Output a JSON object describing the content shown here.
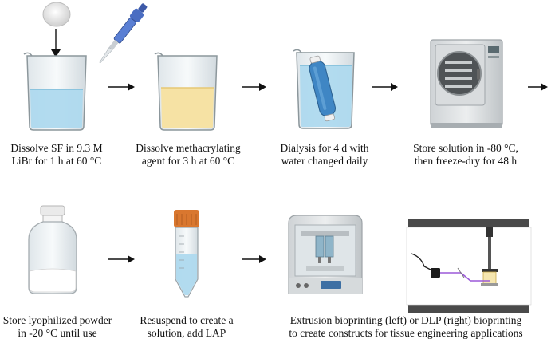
{
  "steps": [
    {
      "line1": "Dissolve SF in 9.3 M",
      "line2": "LiBr for 1 h at 60 °C",
      "icon": "beaker-blue-icon"
    },
    {
      "line1": "Dissolve methacrylating",
      "line2": "agent for 3 h at 60 °C",
      "icon": "beaker-yellow-pipette-icon"
    },
    {
      "line1": "Dialysis for 4 d with",
      "line2": "water changed daily",
      "icon": "dialysis-beaker-icon"
    },
    {
      "line1": "Store solution in -80 °C,",
      "line2": "then freeze-dry for 48 h",
      "icon": "freeze-dryer-icon"
    },
    {
      "line1": "Store lyophilized powder",
      "line2": "in -20 °C until use",
      "icon": "vial-icon"
    },
    {
      "line1": "Resuspend to create a",
      "line2": "solution, add LAP",
      "icon": "falcon-tube-icon"
    },
    {
      "line1": "Extrusion bioprinting (left) or DLP (right) bioprinting",
      "line2": "to create constructs for tissue engineering applications",
      "icon": "bioprinter-icon"
    }
  ],
  "colors": {
    "water": "#aed9ee",
    "yellow": "#f6e2a4",
    "tube_cap": "#d9772f",
    "laser": "#9b59d9",
    "arrow": "#111111"
  }
}
